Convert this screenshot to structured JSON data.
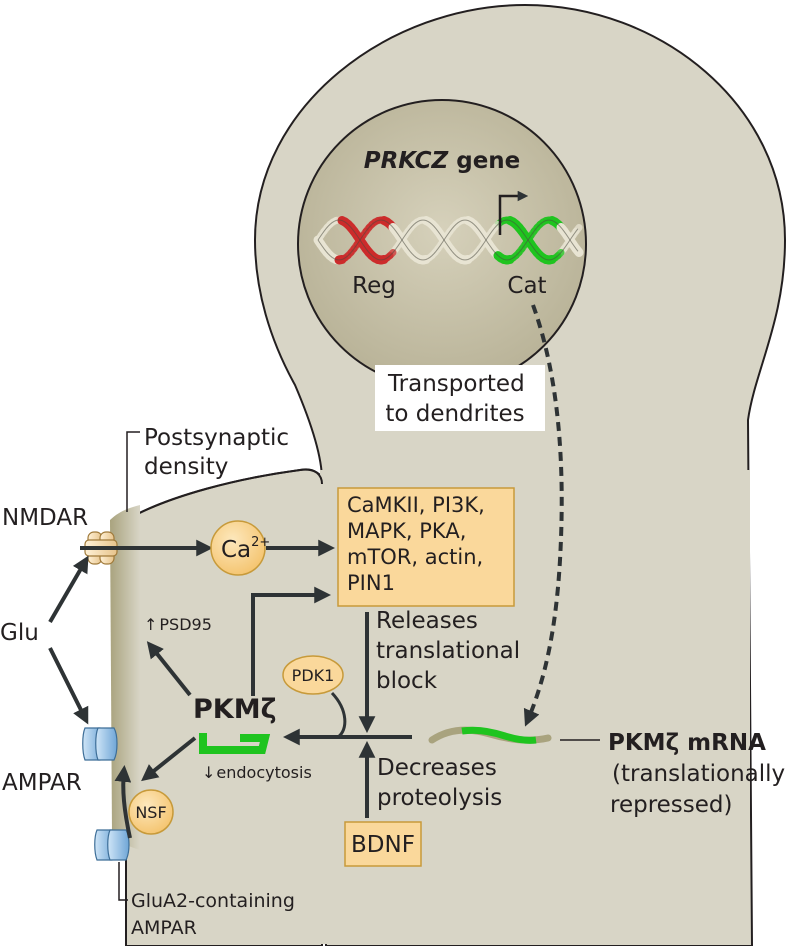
{
  "gene": {
    "name": "PRKCZ",
    "suffix": " gene",
    "reg_label": "Reg",
    "cat_label": "Cat"
  },
  "transport_label": {
    "line1": "Transported",
    "line2": "to dendrites"
  },
  "postsynaptic_density": {
    "line1": "Postsynaptic",
    "line2": "density"
  },
  "receptors": {
    "nmdar": "NMDAR",
    "ampar": "AMPAR",
    "glua2_line1": "GluA2-containing",
    "glua2_line2": "AMPAR"
  },
  "glu": "Glu",
  "calcium": {
    "base": "Ca",
    "charge": "2+"
  },
  "kinase_box": [
    "CaMKII, PI3K,",
    "MAPK, PKA,",
    "mTOR, actin,",
    "PIN1"
  ],
  "releases_label": [
    "Releases",
    "translational",
    "block"
  ],
  "decreases_label": [
    "Decreases",
    "proteolysis"
  ],
  "pdk1": "PDK1",
  "pkmzeta": "PKMζ",
  "psd95": {
    "arrow": "↑",
    "text": "PSD95"
  },
  "endocytosis": {
    "arrow": "↓",
    "text": "endocytosis"
  },
  "nsf": "NSF",
  "bdnf": "BDNF",
  "mrna": {
    "title": "PKMζ mRNA",
    "line2": "(translationally",
    "line3": "repressed)"
  },
  "colors": {
    "spine_fill": "#d8d5c6",
    "spine_stroke": "#231f20",
    "nucleus_fill": "#c7c1a6",
    "orange_fill": "#fad89b",
    "orange_stroke": "#c79a3a",
    "green": "#1fc41f",
    "red": "#cc2b2b",
    "arrow": "#2e3335",
    "receptor_blue": "#9fc8ea"
  }
}
